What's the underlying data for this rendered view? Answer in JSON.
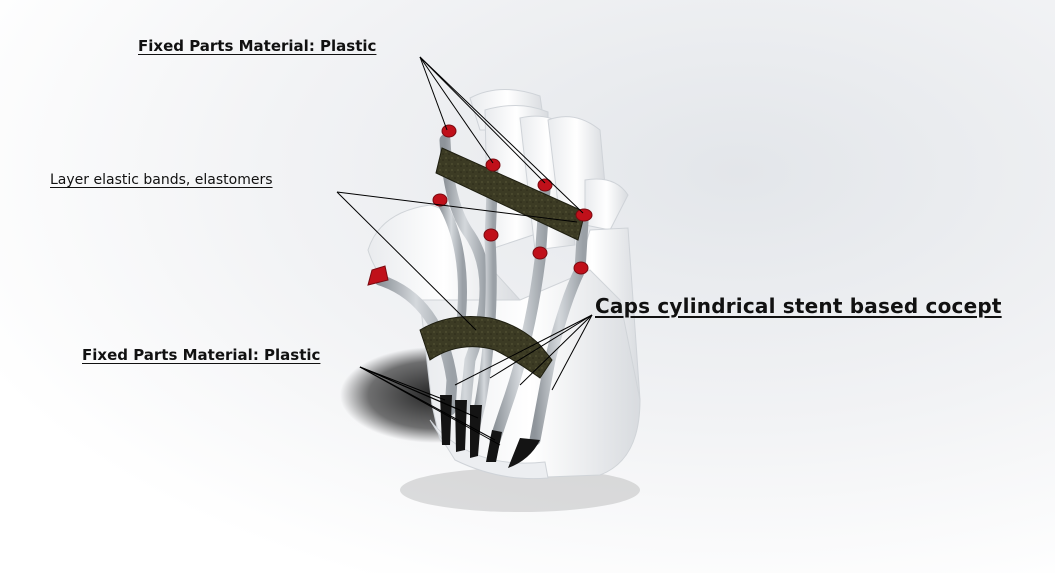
{
  "labels": {
    "fixed_parts_top": "Fixed Parts Material: Plastic",
    "elastic_bands": "Layer elastic bands, elastomers",
    "caps_stent": "Caps cylindrical stent based cocept",
    "fixed_parts_bottom": "Fixed Parts Material: Plastic"
  },
  "colors": {
    "cap_red": "#c0101a",
    "band_dark": "#3a3a22",
    "stent_gray": "#b8bdc2",
    "shell_white": "#ffffff",
    "tip_black": "#141414"
  }
}
